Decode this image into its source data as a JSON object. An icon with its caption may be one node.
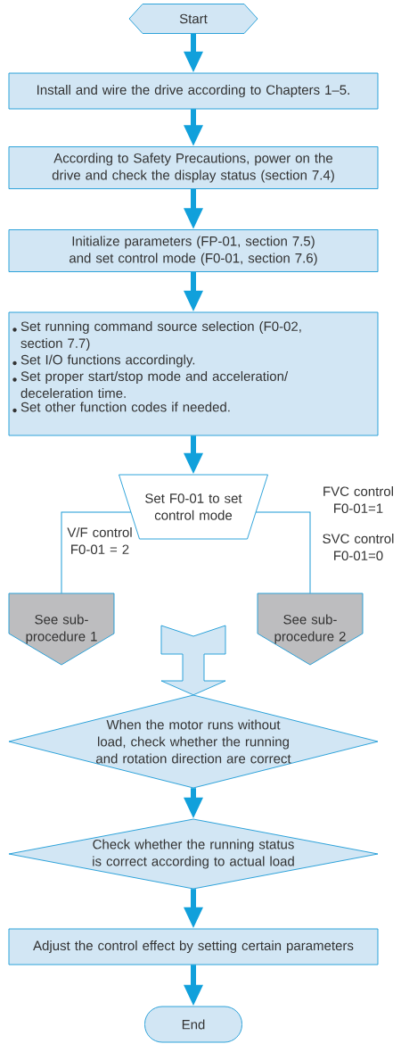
{
  "diagram": {
    "nodes": [
      {
        "text": [
          "Start"
        ]
      },
      {
        "text": [
          "Install and wire the drive according to Chapters 1–5."
        ]
      },
      {
        "text": [
          "According to Safety Precautions, power on the drive and check the display status (section 7.4)"
        ]
      },
      {
        "text": [
          "Initialize parameters (FP-01, section 7.5) and set control mode (F0-01, section 7.6)"
        ]
      },
      {
        "text": [
          "Set running command source selection (F0-02, section 7.7)",
          "Set I/O functions accordingly.",
          "Set proper start/stop mode and acceleration/ deceleration time.",
          "Set other function codes if needed."
        ]
      },
      {
        "text": [
          "Set F0-01 to set control mode"
        ]
      },
      {
        "text": [
          "See sub-procedure 1"
        ]
      },
      {
        "text": [
          "See sub-procedure 2"
        ]
      },
      {
        "text": [
          "When the motor runs without load, check whether the running and rotation direction are correct"
        ]
      },
      {
        "text": [
          "Check whether the running status is correct according to actual load"
        ]
      },
      {
        "text": [
          "Adjust the control effect by setting certain parameters"
        ]
      },
      {
        "text": [
          "End"
        ]
      }
    ],
    "edges": [
      {
        "from": 0,
        "to": 1,
        "arrow": "to"
      },
      {
        "from": 1,
        "to": 2,
        "arrow": "to"
      },
      {
        "from": 2,
        "to": 3,
        "arrow": "to"
      },
      {
        "from": 3,
        "to": 4,
        "arrow": "to"
      },
      {
        "from": 4,
        "to": 5,
        "arrow": "to"
      },
      {
        "from": 5,
        "to": 6,
        "arrow": "none",
        "label": "V/F control F0-01 = 2"
      },
      {
        "from": 5,
        "to": 7,
        "arrow": "none",
        "label": "FVC control F0-01=1"
      },
      {
        "from": null,
        "to": 8,
        "arrow": "to",
        "style": "thick"
      },
      {
        "from": 8,
        "to": 9,
        "arrow": "to"
      },
      {
        "from": 9,
        "to": 10,
        "arrow": "to"
      },
      {
        "from": 10,
        "to": 11,
        "arrow": "to"
      }
    ],
    "labels": [
      "SVC control F0-01=0"
    ]
  }
}
